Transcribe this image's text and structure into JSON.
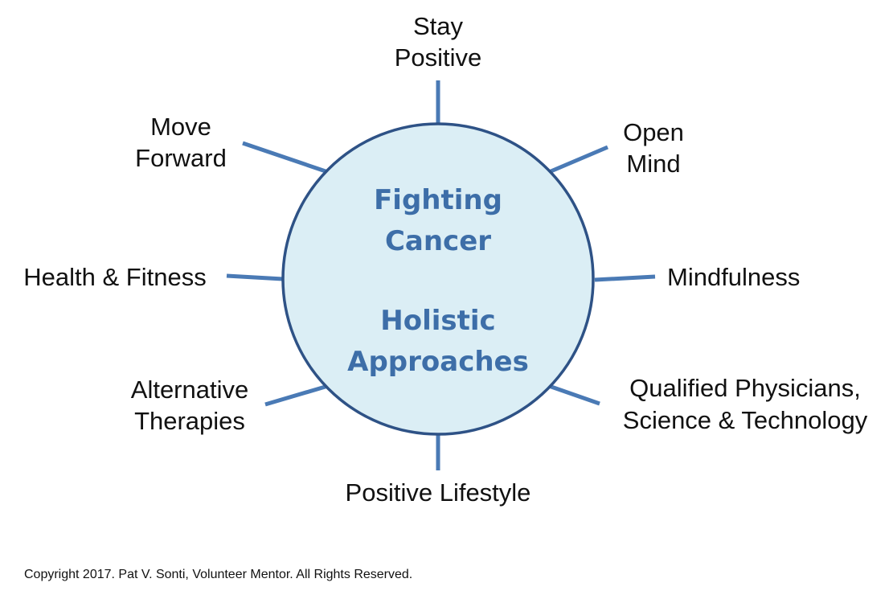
{
  "center": {
    "lines": [
      "Fighting",
      "Cancer",
      "Holistic",
      "Approaches"
    ]
  },
  "spokes": [
    {
      "id": "stay-positive",
      "lines": [
        "Stay",
        "Positive"
      ]
    },
    {
      "id": "open-mind",
      "lines": [
        "Open",
        "Mind"
      ]
    },
    {
      "id": "mindfulness",
      "lines": [
        "Mindfulness"
      ]
    },
    {
      "id": "qualified-physicians",
      "lines": [
        "Qualified Physicians,",
        "Science & Technology"
      ]
    },
    {
      "id": "positive-lifestyle",
      "lines": [
        "Positive Lifestyle"
      ]
    },
    {
      "id": "alternative-therapies",
      "lines": [
        "Alternative",
        "Therapies"
      ]
    },
    {
      "id": "health-fitness",
      "lines": [
        "Health & Fitness"
      ]
    },
    {
      "id": "move-forward",
      "lines": [
        "Move",
        "Forward"
      ]
    }
  ],
  "footer": {
    "copyright": "Copyright 2017. Pat V. Sonti, Volunteer Mentor. All Rights Reserved."
  },
  "colors": {
    "spoke": "#4a7ab5",
    "hub_fill": "#dbeef5",
    "hub_stroke": "#2e5286",
    "center_text": "#3d6ea8"
  }
}
